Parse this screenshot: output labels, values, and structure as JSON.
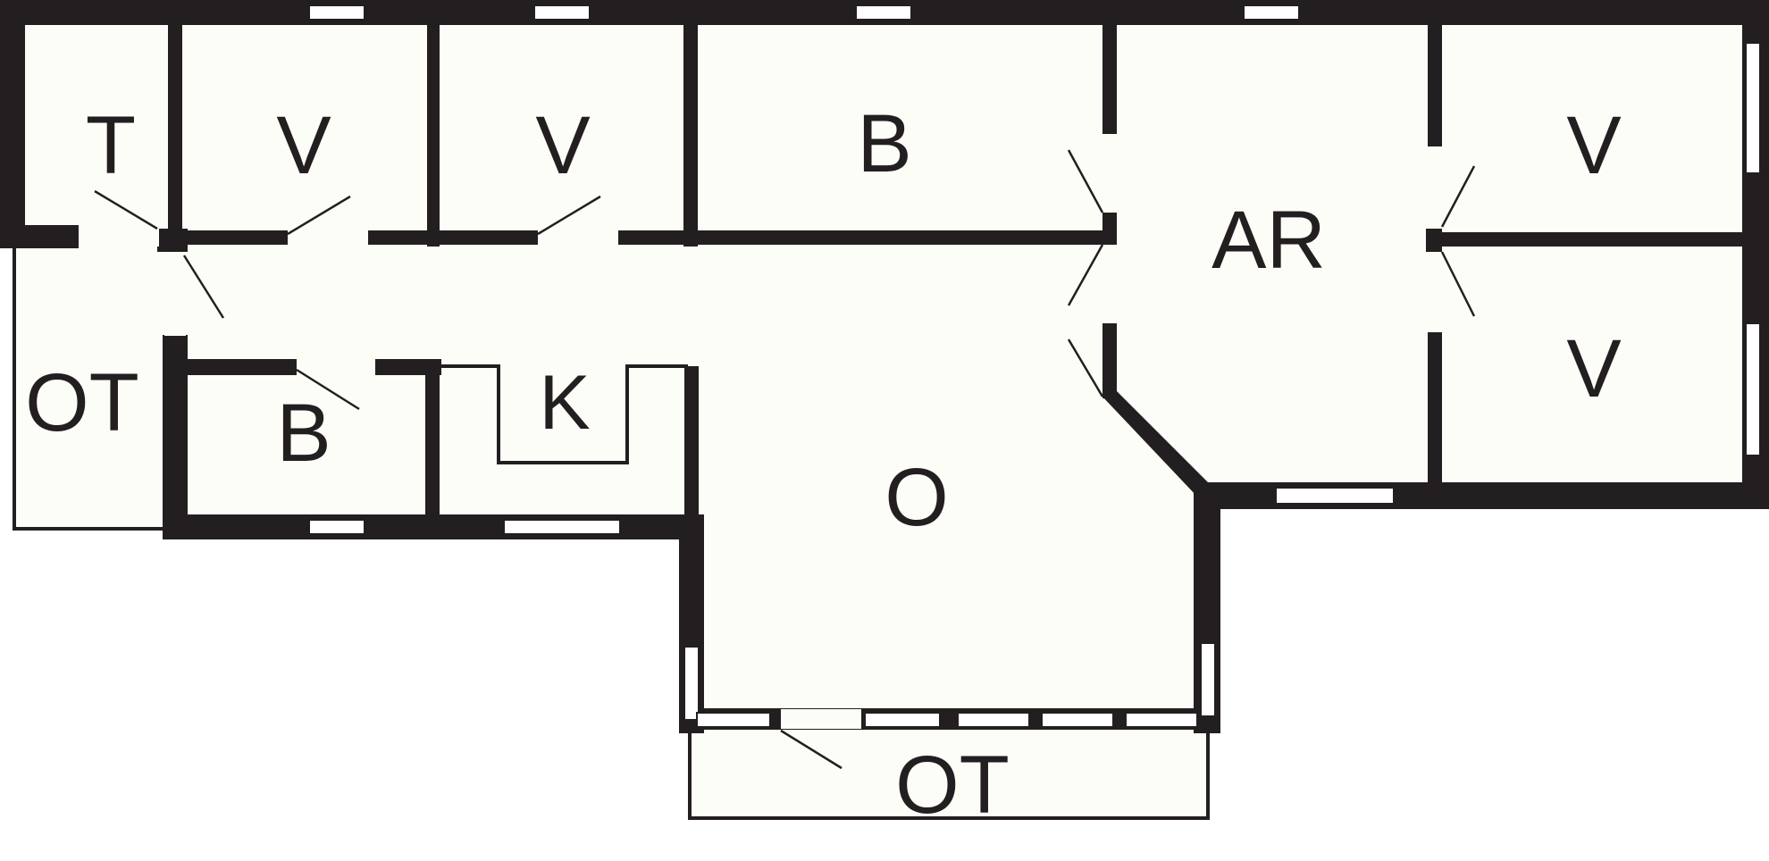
{
  "plan": {
    "colors": {
      "wall": "#231f20",
      "floor": "#fdfdf8",
      "background": "#ffffff"
    },
    "rooms": [
      {
        "id": "t",
        "label": "T"
      },
      {
        "id": "v1",
        "label": "V"
      },
      {
        "id": "v2",
        "label": "V"
      },
      {
        "id": "b-top",
        "label": "B"
      },
      {
        "id": "ar",
        "label": "AR"
      },
      {
        "id": "v3",
        "label": "V"
      },
      {
        "id": "v4",
        "label": "V"
      },
      {
        "id": "ot-left",
        "label": "OT"
      },
      {
        "id": "b-small",
        "label": "B"
      },
      {
        "id": "k",
        "label": "K"
      },
      {
        "id": "o",
        "label": "O"
      },
      {
        "id": "ot-bottom",
        "label": "OT"
      }
    ]
  }
}
